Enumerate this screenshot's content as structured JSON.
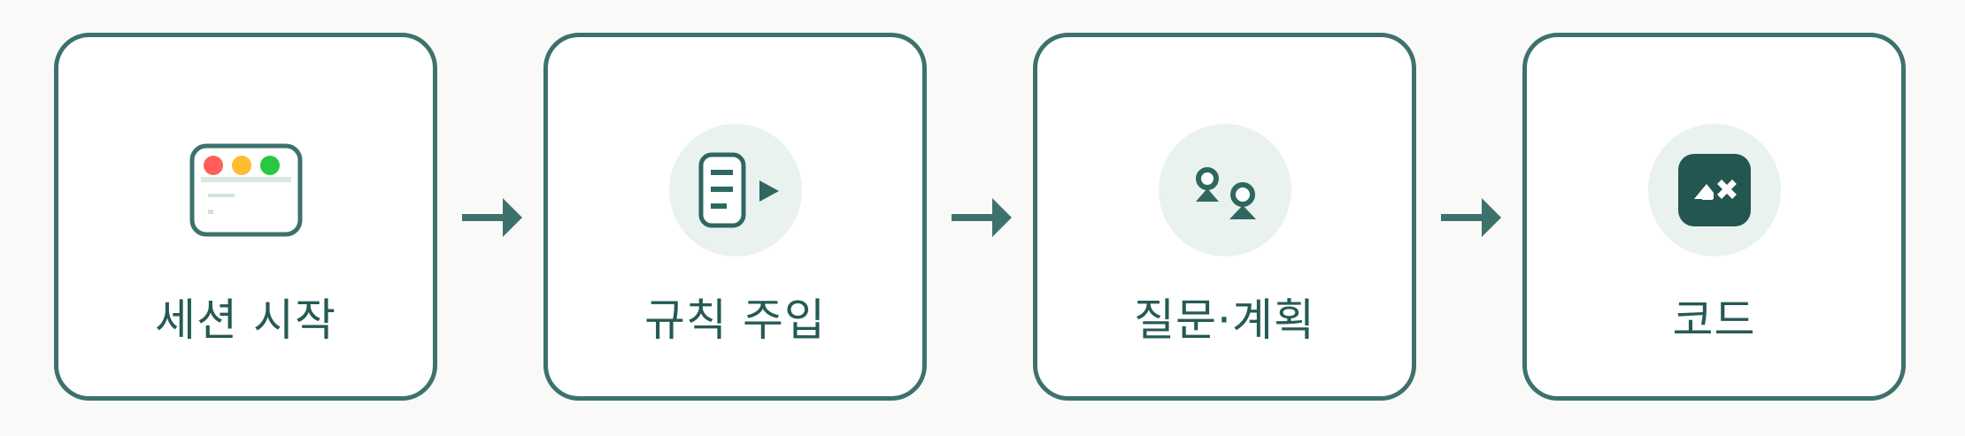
{
  "steps": [
    {
      "label": "세션 시작",
      "icon": "browser-window-icon"
    },
    {
      "label": "규칙 주입",
      "icon": "document-inject-icon"
    },
    {
      "label": "질문·계획",
      "icon": "people-discussion-icon"
    },
    {
      "label": "코드",
      "icon": "code-editor-icon"
    }
  ],
  "arrows": [
    "arrow-right-icon",
    "arrow-right-icon",
    "arrow-right-icon"
  ],
  "colors": {
    "border": "#3d726c",
    "label": "#255a54",
    "icon_circle": "#e9f2ef",
    "icon_dark": "#2f6760",
    "dot_red": "#ff5f57",
    "dot_yellow": "#febc2e",
    "dot_green": "#28c840"
  }
}
